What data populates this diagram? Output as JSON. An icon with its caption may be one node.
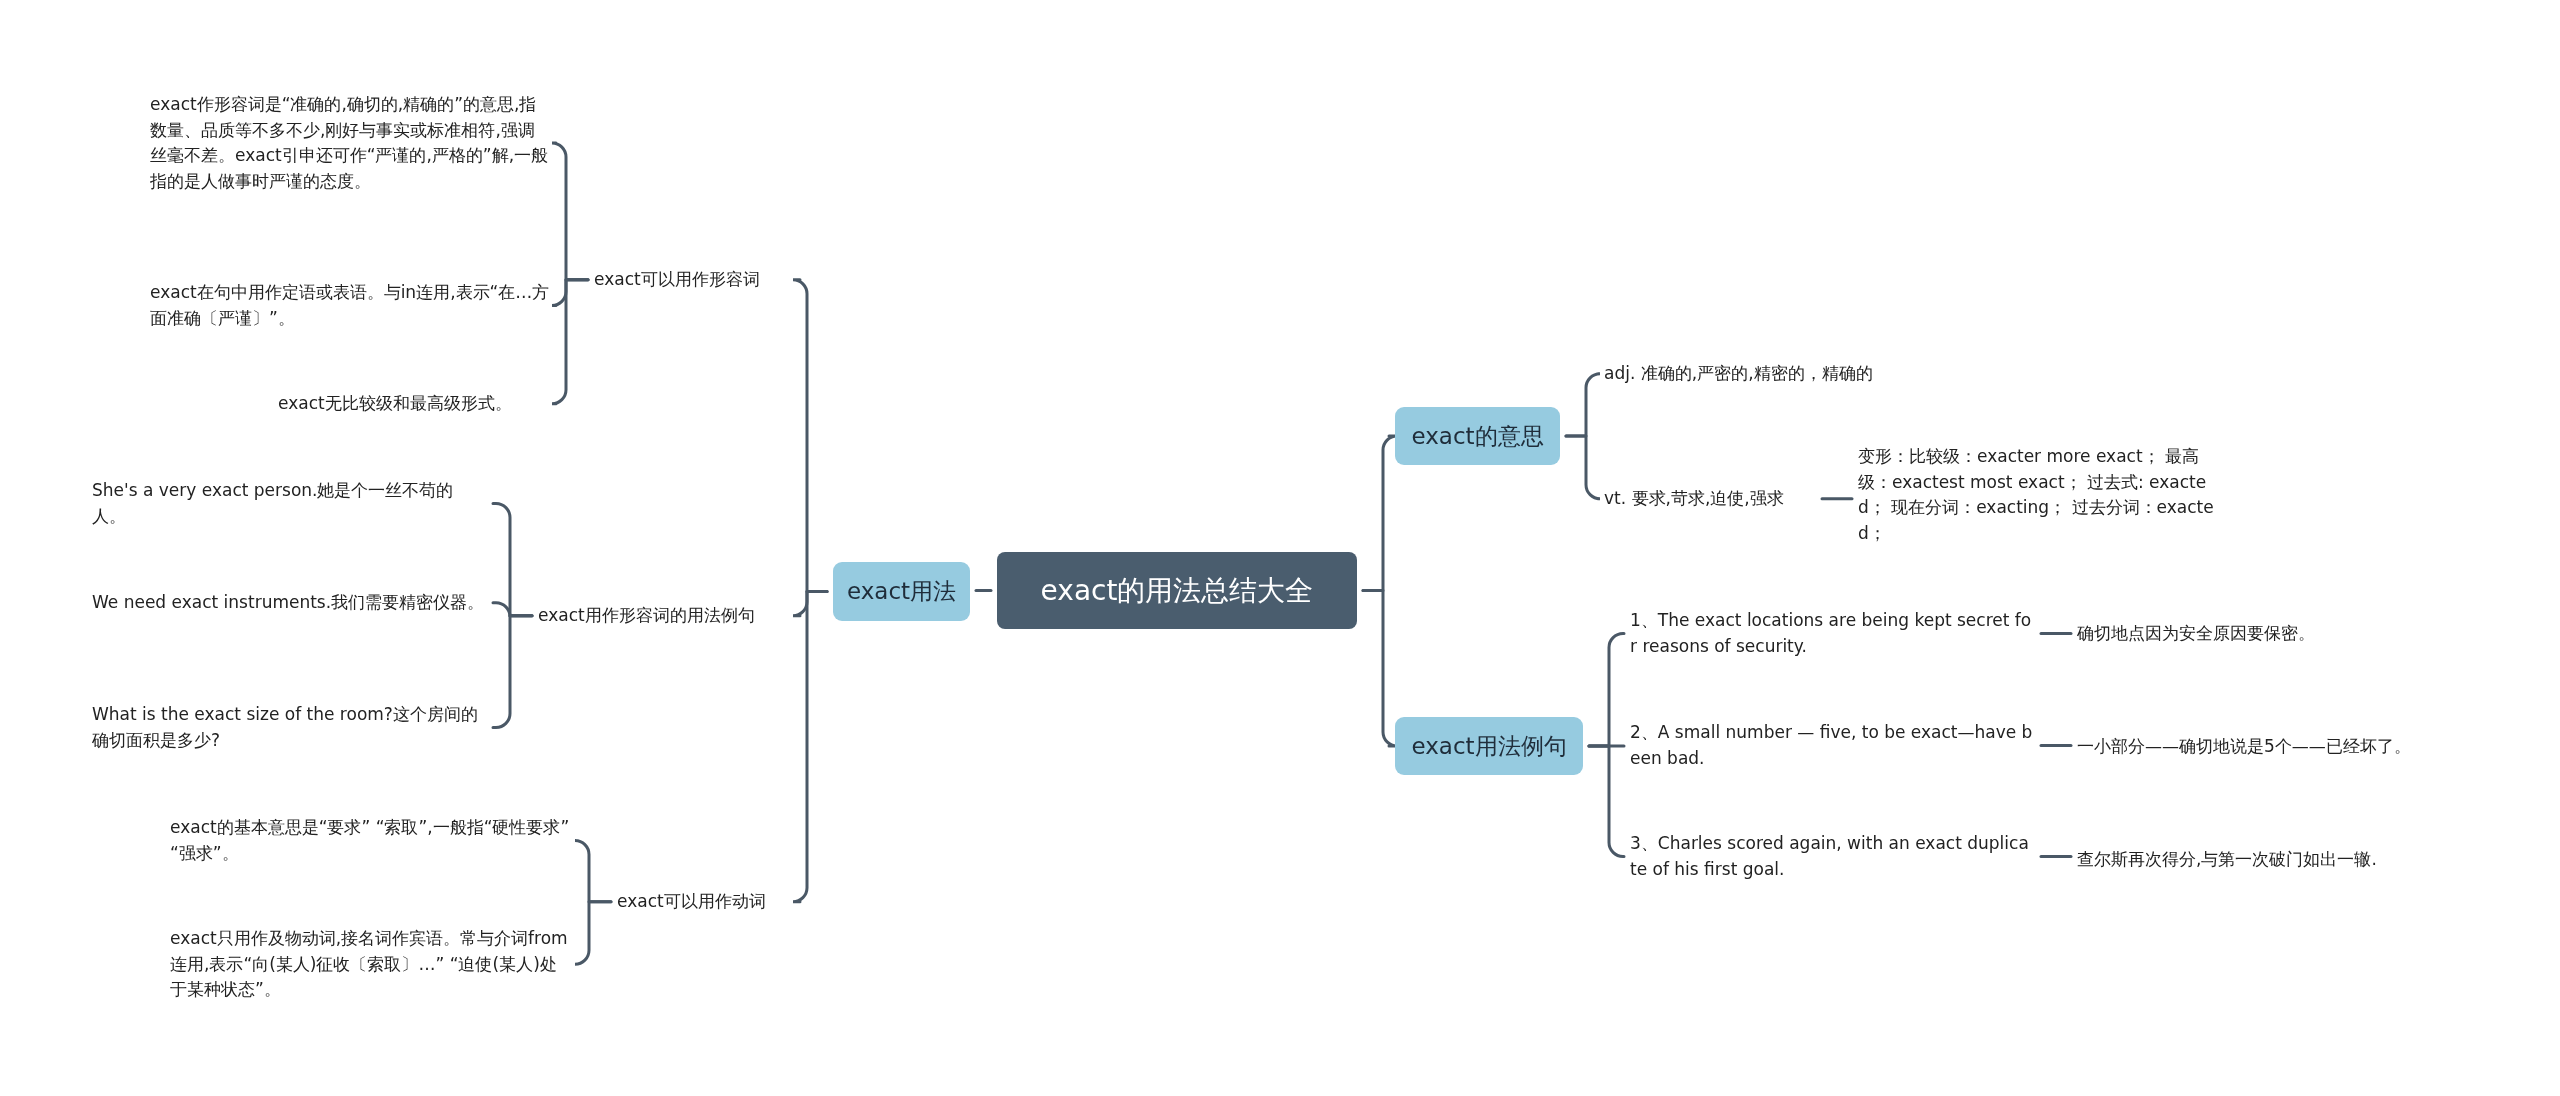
{
  "diagram": {
    "nodes": [
      {
        "text": [
          "exact的用法总结大全"
        ]
      },
      {
        "text": [
          "exact用法"
        ]
      },
      {
        "text": [
          "exact可以用作形容词"
        ]
      },
      {
        "text": [
          "exact作形容词是“准确的,确切的,精确的”的意思,指数量、品质等不多不少,刚好与事实或标准相符,强调丝毫不差。exact引申还可作“严谨的,严格的”解,一般指的是人做事时严谨的态度。"
        ]
      },
      {
        "text": [
          "exact在句中用作定语或表语。与in连用,表示“在…方面准确〔严谨〕”。"
        ]
      },
      {
        "text": [
          "exact无比较级和最高级形式。"
        ]
      },
      {
        "text": [
          "exact用作形容词的用法例句"
        ]
      },
      {
        "text": [
          "She's a very exact person.她是个一丝不苟的人。"
        ]
      },
      {
        "text": [
          "We need exact instruments.我们需要精密仪器。"
        ]
      },
      {
        "text": [
          "What is the exact size of the room?这个房间的确切面积是多少?"
        ]
      },
      {
        "text": [
          "exact可以用作动词"
        ]
      },
      {
        "text": [
          "exact的基本意思是“要求” “索取”,一般指“硬性要求” “强求”。"
        ]
      },
      {
        "text": [
          "exact只用作及物动词,接名词作宾语。常与介词from连用,表示“向(某人)征收〔索取〕…” “迫使(某人)处于某种状态”。"
        ]
      },
      {
        "text": [
          "exact的意思"
        ]
      },
      {
        "text": [
          "adj. 准确的,严密的,精密的，精确的"
        ]
      },
      {
        "text": [
          "vt. 要求,苛求,迫使,强求"
        ]
      },
      {
        "text": [
          "变形：比较级：exacter more exact； 最高级：exactest most exact； 过去式: exacted； 现在分词：exacting； 过去分词：exacted；"
        ]
      },
      {
        "text": [
          "exact用法例句"
        ]
      },
      {
        "text": [
          "1、The exact locations are being kept secret for reasons of security."
        ]
      },
      {
        "text": [
          "确切地点因为安全原因要保密。"
        ]
      },
      {
        "text": [
          "2、A small number — five, to be exact—have been bad."
        ]
      },
      {
        "text": [
          "一小部分——确切地说是5个——已经坏了。"
        ]
      },
      {
        "text": [
          "3、Charles scored again, with an exact duplicate of his first goal."
        ]
      },
      {
        "text": [
          "查尔斯再次得分,与第一次破门如出一辙."
        ]
      }
    ],
    "edges": [
      {
        "from": 0,
        "to": 1,
        "arrow": "none"
      },
      {
        "from": 1,
        "to": 2,
        "arrow": "none"
      },
      {
        "from": 2,
        "to": 3,
        "arrow": "none"
      },
      {
        "from": 2,
        "to": 4,
        "arrow": "none"
      },
      {
        "from": 2,
        "to": 5,
        "arrow": "none"
      },
      {
        "from": 1,
        "to": 6,
        "arrow": "none"
      },
      {
        "from": 6,
        "to": 7,
        "arrow": "none"
      },
      {
        "from": 6,
        "to": 8,
        "arrow": "none"
      },
      {
        "from": 6,
        "to": 9,
        "arrow": "none"
      },
      {
        "from": 1,
        "to": 10,
        "arrow": "none"
      },
      {
        "from": 10,
        "to": 11,
        "arrow": "none"
      },
      {
        "from": 10,
        "to": 12,
        "arrow": "none"
      },
      {
        "from": 0,
        "to": 13,
        "arrow": "none"
      },
      {
        "from": 13,
        "to": 14,
        "arrow": "none"
      },
      {
        "from": 13,
        "to": 15,
        "arrow": "none"
      },
      {
        "from": 15,
        "to": 16,
        "arrow": "none"
      },
      {
        "from": 0,
        "to": 17,
        "arrow": "none"
      },
      {
        "from": 17,
        "to": 18,
        "arrow": "none"
      },
      {
        "from": 17,
        "to": 20,
        "arrow": "none"
      },
      {
        "from": 17,
        "to": 22,
        "arrow": "none"
      },
      {
        "from": 18,
        "to": 19,
        "arrow": "none"
      },
      {
        "from": 20,
        "to": 21,
        "arrow": "none"
      },
      {
        "from": 22,
        "to": 23,
        "arrow": "none"
      }
    ]
  }
}
